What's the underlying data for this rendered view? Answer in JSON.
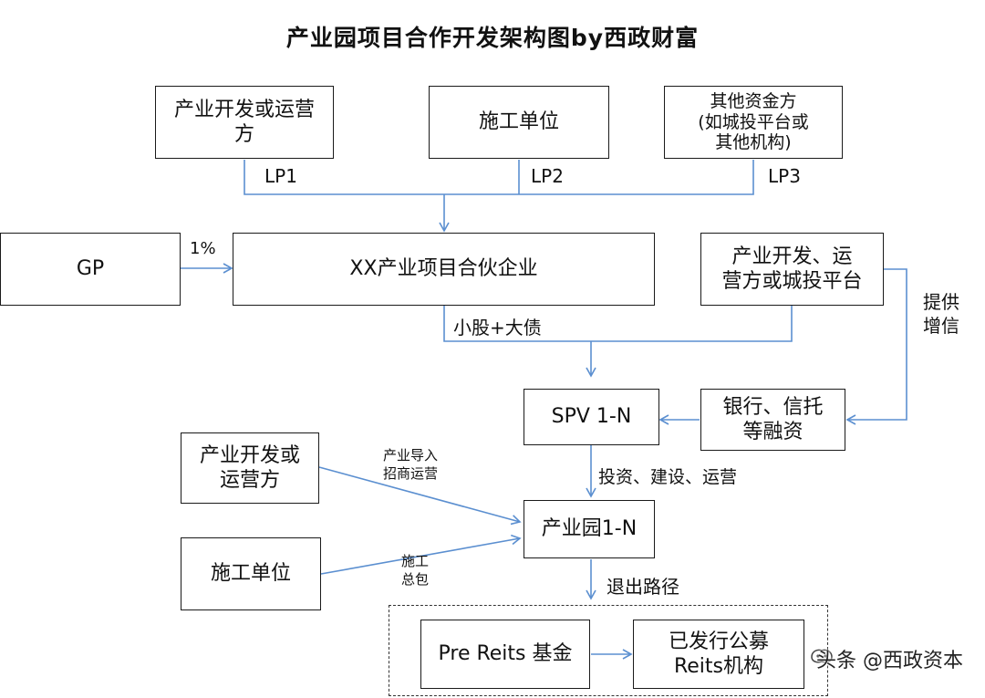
{
  "title": "产业园项目合作开发架构图by西政财富",
  "boxes": {
    "industry_dev_operator_top": "产业开发或运营\n方",
    "construction_unit_top": "施工单位",
    "other_funders": "其他资金方\n(如城投平台或\n其他机构)",
    "gp": "GP",
    "partnership": "XX产业项目合伙企业",
    "dev_operator_or_platform": "产业开发、运\n营方或城投平台",
    "spv": "SPV 1-N",
    "bank_trust": "银行、信托\n等融资",
    "industry_dev_operator_left": "产业开发或\n运营方",
    "construction_unit_left": "施工单位",
    "industrial_park": "产业园1-N",
    "pre_reits": "Pre Reits 基金",
    "issued_reits": "已发行公募\nReits机构"
  },
  "labels": {
    "lp1": "LP1",
    "lp2": "LP2",
    "lp3": "LP3",
    "gp_share": "1%",
    "equity_debt": "小股+大债",
    "credit_enhance": "提供\n增信",
    "invest_build_operate": "投资、建设、运营",
    "industry_import": "产业导入\n招商运营",
    "construction_contract": "施工\n总包",
    "exit_path": "退出路径"
  },
  "watermark": "头条 @西政资本",
  "colors": {
    "arrow": "#5b8fd0",
    "border": "#1a1a1a"
  }
}
